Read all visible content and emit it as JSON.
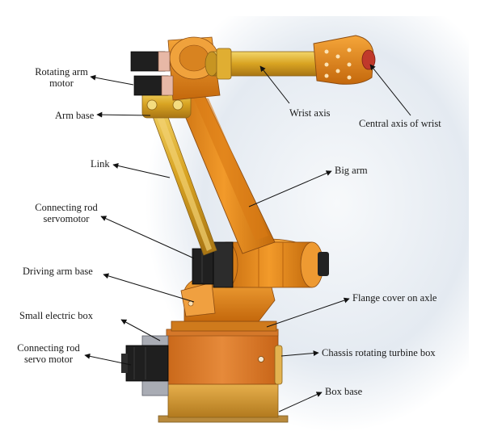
{
  "labels": {
    "rotating_arm_motor": "Rotating arm\nmotor",
    "arm_base": "Arm base",
    "link": "Link",
    "connecting_rod_servomotor": "Connecting rod\nservomotor",
    "driving_arm_base": "Driving arm base",
    "small_electric_box": "Small electric box",
    "connecting_rod_servo_motor": "Connecting rod\nservo motor",
    "wrist_axis": "Wrist axis",
    "central_axis_of_wrist": "Central axis of wrist",
    "big_arm": "Big arm",
    "flange_cover_on_axle": "Flange cover on axle",
    "chassis_rotating_turbine_box": "Chassis rotating turbine box",
    "box_base": "Box base"
  },
  "colors": {
    "orange": "#e58a1c",
    "orange_dark": "#b8640e",
    "orange_light": "#f5b04a",
    "gold": "#d9a521",
    "gold_light": "#f0cf5a",
    "motor_black": "#1f1f1f",
    "motor_grey": "#7c8188",
    "background_glow": "#dfe6ee"
  }
}
